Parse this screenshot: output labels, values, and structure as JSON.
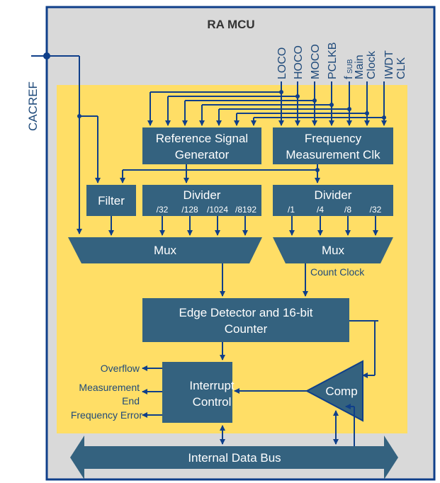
{
  "title": "RA MCU",
  "external_input": "CACREF",
  "clock_sources": [
    {
      "label": "LOCO"
    },
    {
      "label": "HOCO"
    },
    {
      "label": "MOCO"
    },
    {
      "label": "PCLKB"
    },
    {
      "label": "f",
      "sub": "SUB"
    },
    {
      "label": "Main Clock"
    },
    {
      "label": "IWDT CLK"
    }
  ],
  "blocks": {
    "ref_signal_gen": [
      "Reference Signal",
      "Generator"
    ],
    "freq_meas_clk": [
      "Frequency",
      "Measurement Clk"
    ],
    "filter": "Filter",
    "divider_left": {
      "label": "Divider",
      "ratios": [
        "/32",
        "/128",
        "/1024",
        "/8192"
      ]
    },
    "divider_right": {
      "label": "Divider",
      "ratios": [
        "/1",
        "/4",
        "/8",
        "/32"
      ]
    },
    "mux_left": "Mux",
    "mux_right": "Mux",
    "count_clock": "Count Clock",
    "edge_counter": [
      "Edge Detector and 16-bit",
      "Counter"
    ],
    "interrupt_control": [
      "Interrupt",
      "Control"
    ],
    "comparator": "Comp",
    "data_bus": "Internal Data Bus"
  },
  "outputs": [
    "Overflow",
    "Measurement",
    "End",
    "Frequency Error"
  ],
  "colors": {
    "mcu_bg": "#d9d9d9",
    "mcu_border": "#0f3f8a",
    "core_bg": "#ffde66",
    "block": "#34627f",
    "wire": "#0f3f8a",
    "label_text": "#1f4a7a"
  }
}
